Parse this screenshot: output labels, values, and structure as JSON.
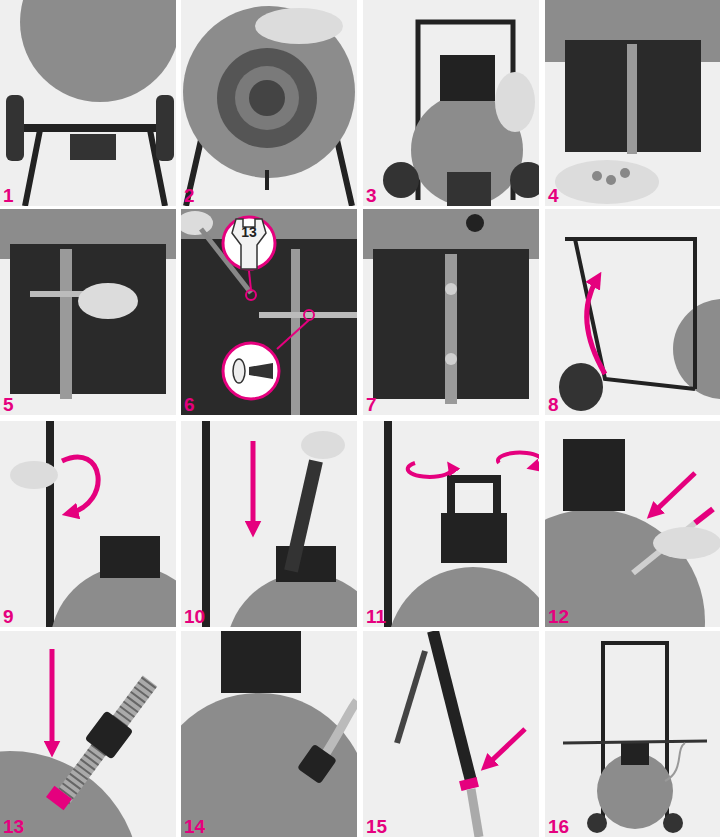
{
  "diagram": {
    "nodes": [
      {
        "text": [
          "1"
        ]
      },
      {
        "text": [
          "2"
        ]
      },
      {
        "text": [
          "3"
        ]
      },
      {
        "text": [
          "4"
        ]
      },
      {
        "text": [
          "5"
        ]
      },
      {
        "text": [
          "6"
        ]
      },
      {
        "text": [
          "7"
        ]
      },
      {
        "text": [
          "8"
        ]
      },
      {
        "text": [
          "9"
        ]
      },
      {
        "text": [
          "10"
        ]
      },
      {
        "text": [
          "11"
        ]
      },
      {
        "text": [
          "12"
        ]
      },
      {
        "text": [
          "13"
        ]
      },
      {
        "text": [
          "14"
        ]
      },
      {
        "text": [
          "15"
        ]
      },
      {
        "text": [
          "16"
        ]
      },
      {
        "text": [
          "13"
        ],
        "in": 5
      }
    ]
  }
}
